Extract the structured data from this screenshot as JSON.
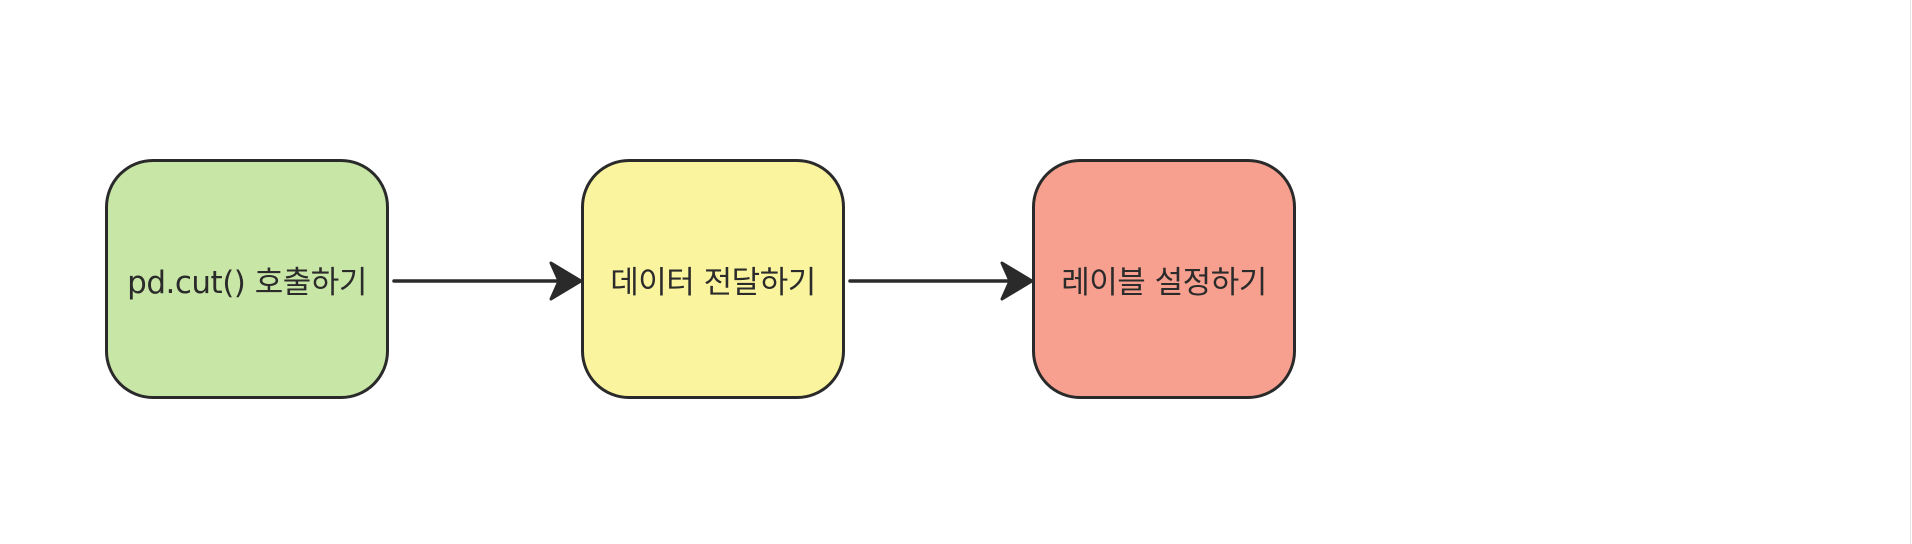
{
  "diagram": {
    "type": "flowchart",
    "direction": "left-to-right",
    "nodes": [
      {
        "id": "n1",
        "label": "pd.cut() 호출하기",
        "fill": "#c8e6a6"
      },
      {
        "id": "n2",
        "label": "데이터 전달하기",
        "fill": "#fbf49e"
      },
      {
        "id": "n3",
        "label": "레이블 설정하기",
        "fill": "#f7a08f"
      }
    ],
    "edges": [
      {
        "from": "n1",
        "to": "n2"
      },
      {
        "from": "n2",
        "to": "n3"
      }
    ],
    "colors": {
      "stroke": "#2a2a2a",
      "text": "#2b2b2b",
      "background": "#ffffff"
    }
  }
}
